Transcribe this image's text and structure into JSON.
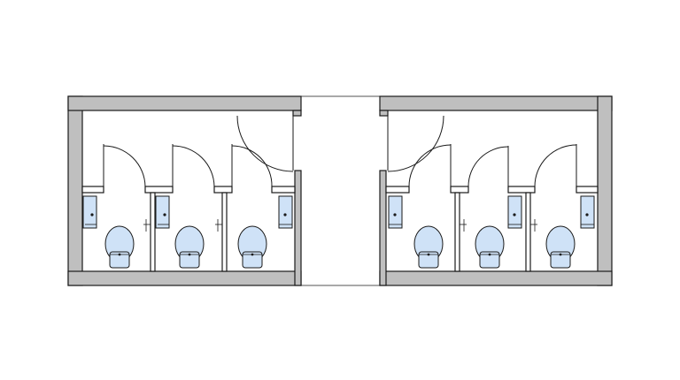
{
  "plan": {
    "colors": {
      "wall": "#bfbfbf",
      "line": "#1a1a1a",
      "fixture": "#cfe2f7",
      "background": "#ffffff"
    },
    "icons": [
      "toilet-icon",
      "wash-basin-icon",
      "door-swing-icon",
      "grab-bar-icon"
    ],
    "rooms": [
      {
        "name": "left-washroom",
        "stalls": 3
      },
      {
        "name": "right-washroom",
        "stalls": 3
      }
    ]
  }
}
